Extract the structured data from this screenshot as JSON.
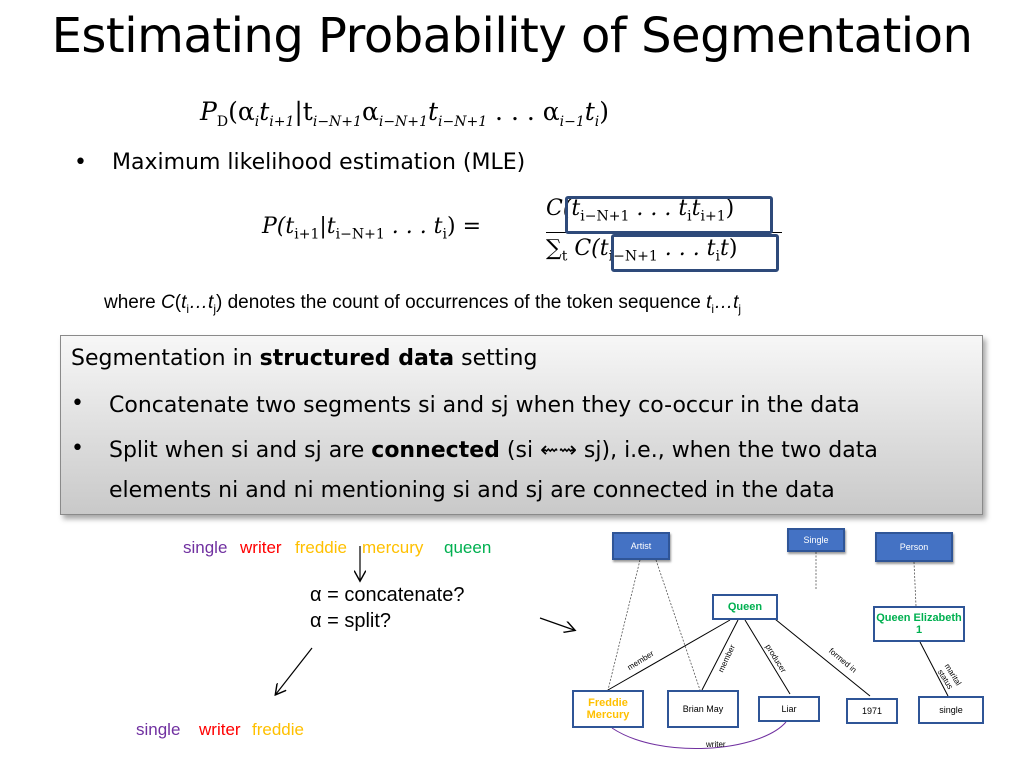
{
  "title": "Estimating Probability of Segmentation",
  "formula1": {
    "P": "P",
    "D": "D",
    "body": "(α",
    "p2": "t",
    "p3": "|t",
    "p4": "α",
    "p5": "t",
    "p6": " . . . α",
    "p7": "t",
    "p8": ")"
  },
  "bullet_mle": "Maximum likelihood estimation (MLE)",
  "formula2": {
    "lhs": "P(t",
    "lhs_sub1": "i+1",
    "lhs_mid": "|t",
    "lhs_sub2": "i−N+1",
    "lhs_end": " . . . t",
    "lhs_sub3": "i",
    "lhs_close": ") =",
    "num_c": "C(",
    "num_inner": "t",
    "num_sub": "i−N+1",
    "num_dots": " . . . t",
    "num_sub2": "i",
    "num_t": "t",
    "num_sub3": "i+1",
    "num_close": ")",
    "den_sum": "∑",
    "den_sub": "t",
    "den_c": " C(",
    "den_inner": "t",
    "den_sub1": "i−N+1",
    "den_dots": " . . . t",
    "den_sub2": "i",
    "den_t": "t",
    "den_close": ")"
  },
  "note": {
    "where": "where ",
    "C": "C",
    "open": "(",
    "ti": "t",
    "i": "i",
    "dots": "…",
    "tj": "t",
    "j": "j",
    "close": ")",
    "rest": " denotes the count of occurrences of the token sequence ",
    "ti2": "t",
    "i2": "i",
    "dots2": "…",
    "tj2": "t",
    "j2": "j"
  },
  "panel": {
    "lead_pre": "Segmentation in ",
    "lead_bold": "structured data",
    "lead_post": " setting",
    "b1": "Concatenate two segments si and sj when they co-occur in the data",
    "b2_pre": "Split when si and sj are ",
    "b2_bold": "connected",
    "b2_post": " (si ⇜⇝ sj), i.e., when the two data",
    "b2_line2": "elements ni and ni mentioning si and sj are connected in the data"
  },
  "example": {
    "top_words": [
      "single",
      "writer",
      "freddie",
      "mercury",
      "queen"
    ],
    "top_colors": [
      "#7030a0",
      "#ff0000",
      "#ffc000",
      "#ffc000",
      "#00b050"
    ],
    "alpha1": "α = concatenate?",
    "alpha2": "α = split?",
    "bottom_words": [
      "single",
      "writer",
      "freddie"
    ],
    "bottom_colors": [
      "#7030a0",
      "#ff0000",
      "#ffc000"
    ]
  },
  "graph": {
    "nodes": {
      "artist": "Artist",
      "single_type": "Single",
      "person": "Person",
      "queen": "Queen",
      "queen_elizabeth": "Queen Elizabeth 1",
      "freddie": "Freddie Mercury",
      "brian": "Brian May",
      "liar": "Liar",
      "year": "1971",
      "single_val": "single"
    },
    "edges": {
      "member1": "member",
      "member2": "member",
      "producer": "producer",
      "formed_in": "formed in",
      "marital": "marital status",
      "writer": "writer"
    }
  }
}
